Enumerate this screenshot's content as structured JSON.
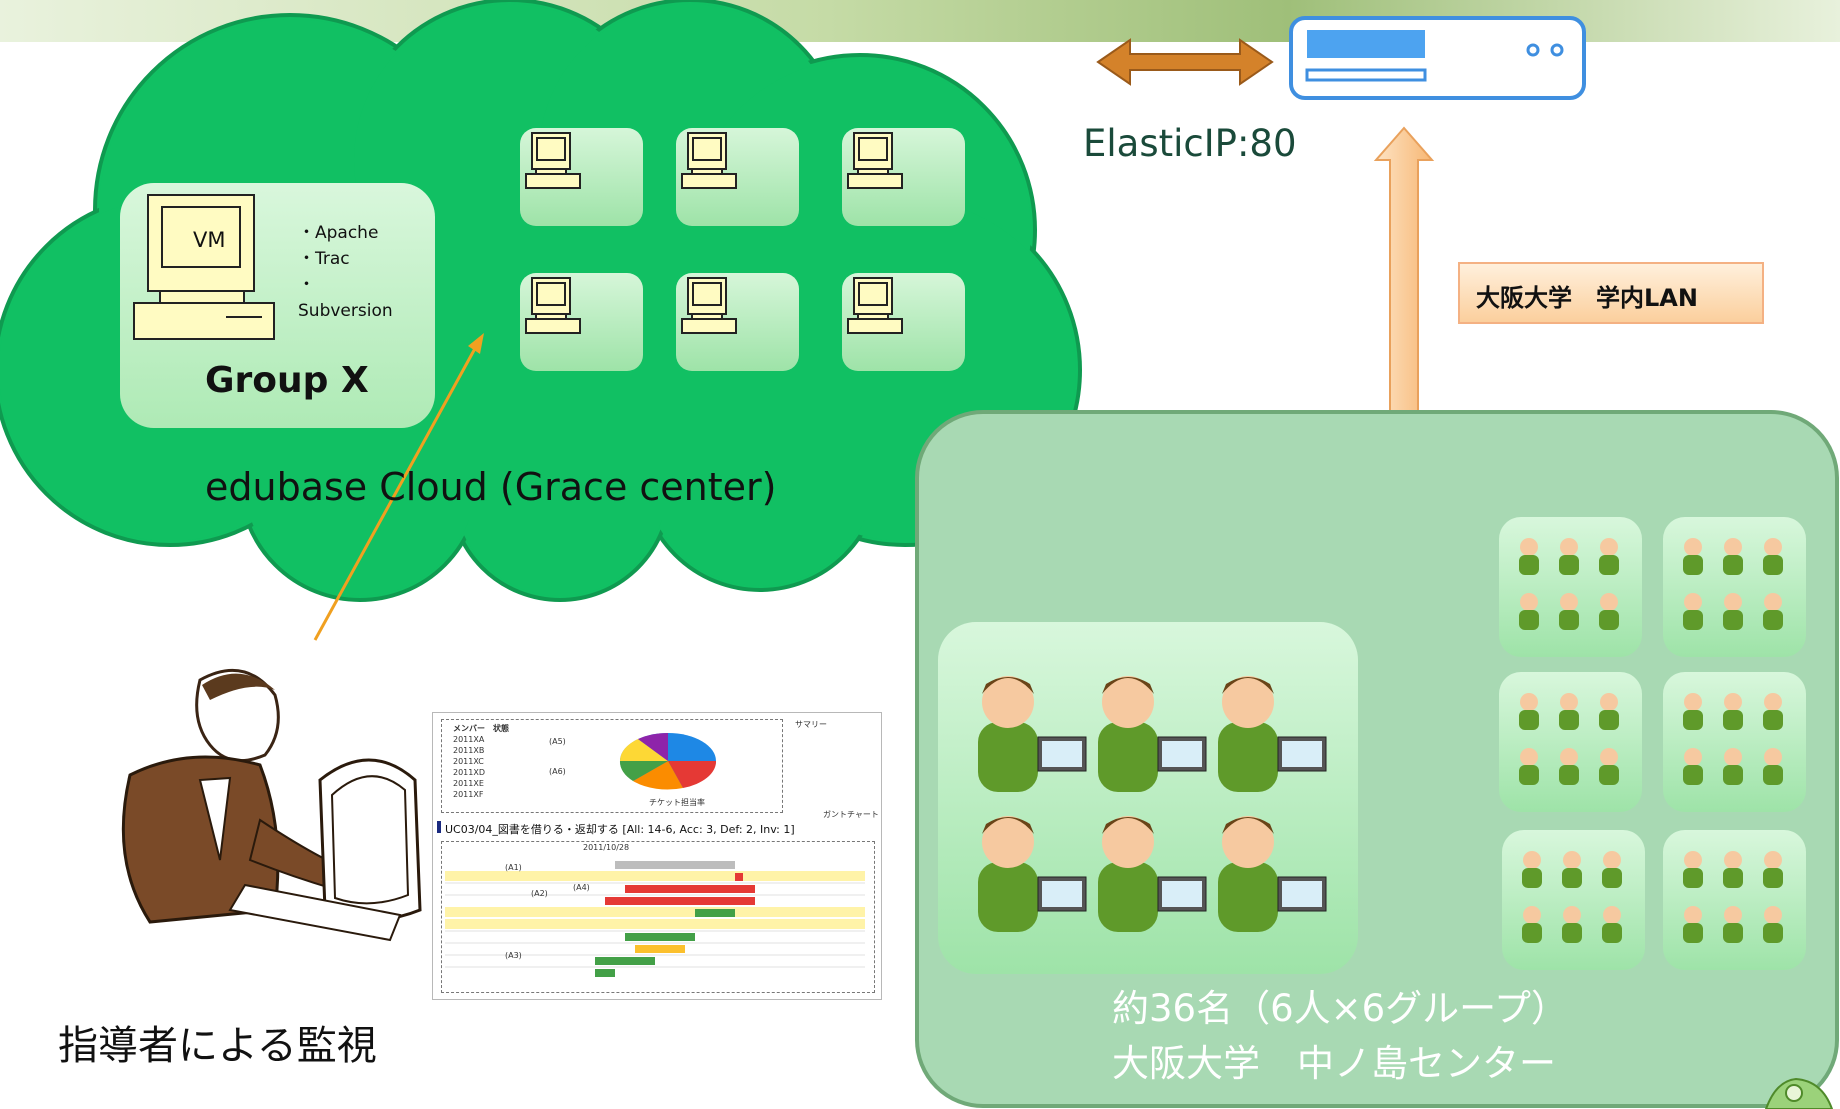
{
  "network": {
    "elastic_ip_label": "ElasticIP:80",
    "lan_label": "大阪大学　学内LAN"
  },
  "cloud": {
    "label": "edubase Cloud (Grace center)",
    "group_label": "Group X",
    "vm_label": "VM",
    "software_list": "・Apache\n・Trac\n・\nSubversion"
  },
  "site": {
    "line1": "約36名（6人×6グループ）",
    "line2": "大阪大学　中ノ島センター"
  },
  "monitoring": {
    "label": "指導者による監視",
    "screenshot": {
      "summary_note": "サマリー",
      "gantt_note": "ガントチャート",
      "uc_title": "UC03/04_図書を借りる・返却する [All: 14-6, Acc: 3, Def: 2, Inv: 1]",
      "date": "2011/10/28",
      "pie_caption": "チケット担当率",
      "member_header": "メンバー　状態",
      "members": [
        "2011XA",
        "2011XB",
        "2011XC",
        "2011XD",
        "2011XE",
        "2011XF"
      ],
      "marks": [
        "(A1)",
        "(A2)",
        "(A3)",
        "(A4)",
        "(A5)",
        "(A6)"
      ]
    }
  },
  "colors": {
    "cloud_green": "#11c063",
    "cloud_stroke": "#0f9a50",
    "site_fill": "#a8d9b3",
    "arrow_orange": "#d4822a",
    "lan_fill": "#fbcf9d",
    "bolt_yellow": "#f4f21a"
  }
}
